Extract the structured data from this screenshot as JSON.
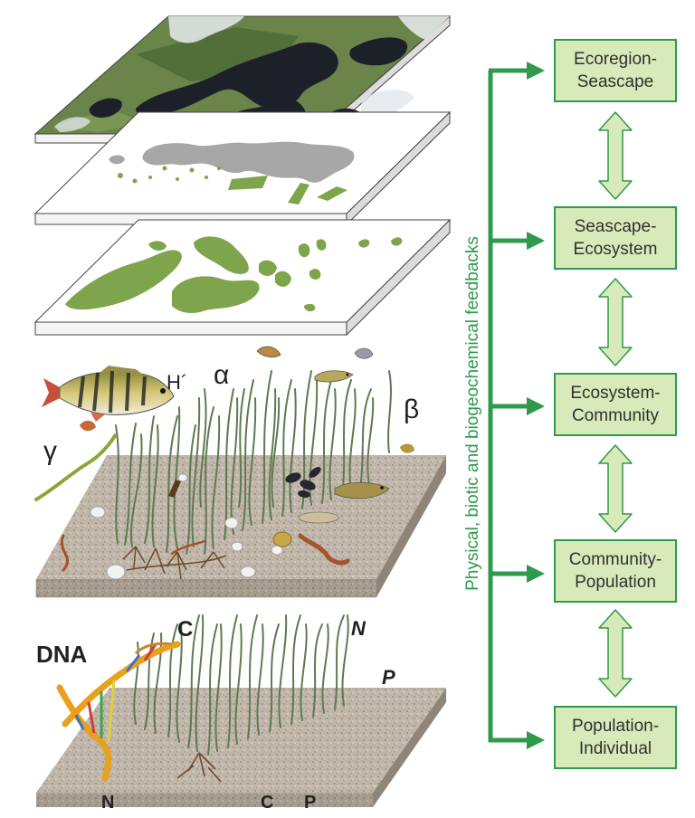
{
  "levels": [
    {
      "line1": "Ecoregion-",
      "line2": "Seascape"
    },
    {
      "line1": "Seascape-",
      "line2": "Ecosystem"
    },
    {
      "line1": "Ecosystem-",
      "line2": "Community"
    },
    {
      "line1": "Community-",
      "line2": "Population"
    },
    {
      "line1": "Population-",
      "line2": "Individual"
    }
  ],
  "feedback_label": "Physical, biotic and biogeochemical feedbacks",
  "diversity_symbols": {
    "shannon": "H´",
    "alpha": "α",
    "beta": "β",
    "gamma": "γ"
  },
  "individual_labels": {
    "dna": "DNA",
    "c_top": "C",
    "n_top": "N",
    "p_top": "P",
    "n_bottom": "N",
    "c_bottom": "C",
    "p_bottom": "P"
  },
  "colors": {
    "arrow_green": "#2e9a4b",
    "box_fill": "#d8eab9",
    "habitat_green": "#7ea54c",
    "seagrass": "#5e7a52",
    "sediment": "#c2b7ab",
    "water": "#1c2129",
    "land": "#6a8348"
  }
}
